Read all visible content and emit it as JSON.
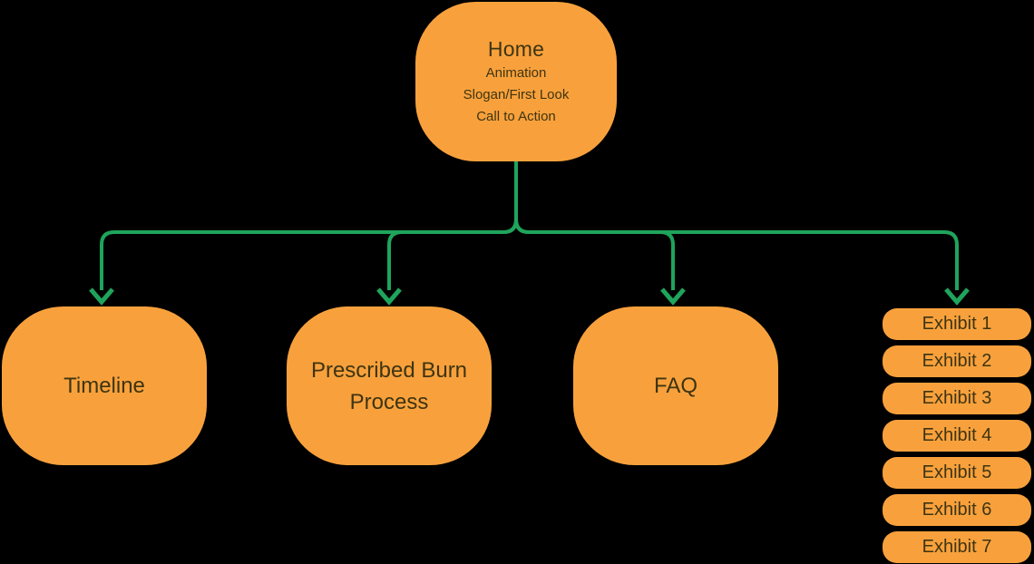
{
  "theme": {
    "background": "#000000",
    "node_fill": "#F8A13C",
    "connector": "#1FA45C",
    "text": "#3E3411"
  },
  "diagram": {
    "root": {
      "title": "Home",
      "subitems": [
        "Animation",
        "Slogan/First Look",
        "Call to Action"
      ]
    },
    "children": [
      {
        "label": "Timeline"
      },
      {
        "label": "Prescribed Burn Process"
      },
      {
        "label": "FAQ"
      }
    ],
    "exhibits": [
      "Exhibit 1",
      "Exhibit 2",
      "Exhibit 3",
      "Exhibit 4",
      "Exhibit 5",
      "Exhibit 6",
      "Exhibit 7"
    ]
  }
}
